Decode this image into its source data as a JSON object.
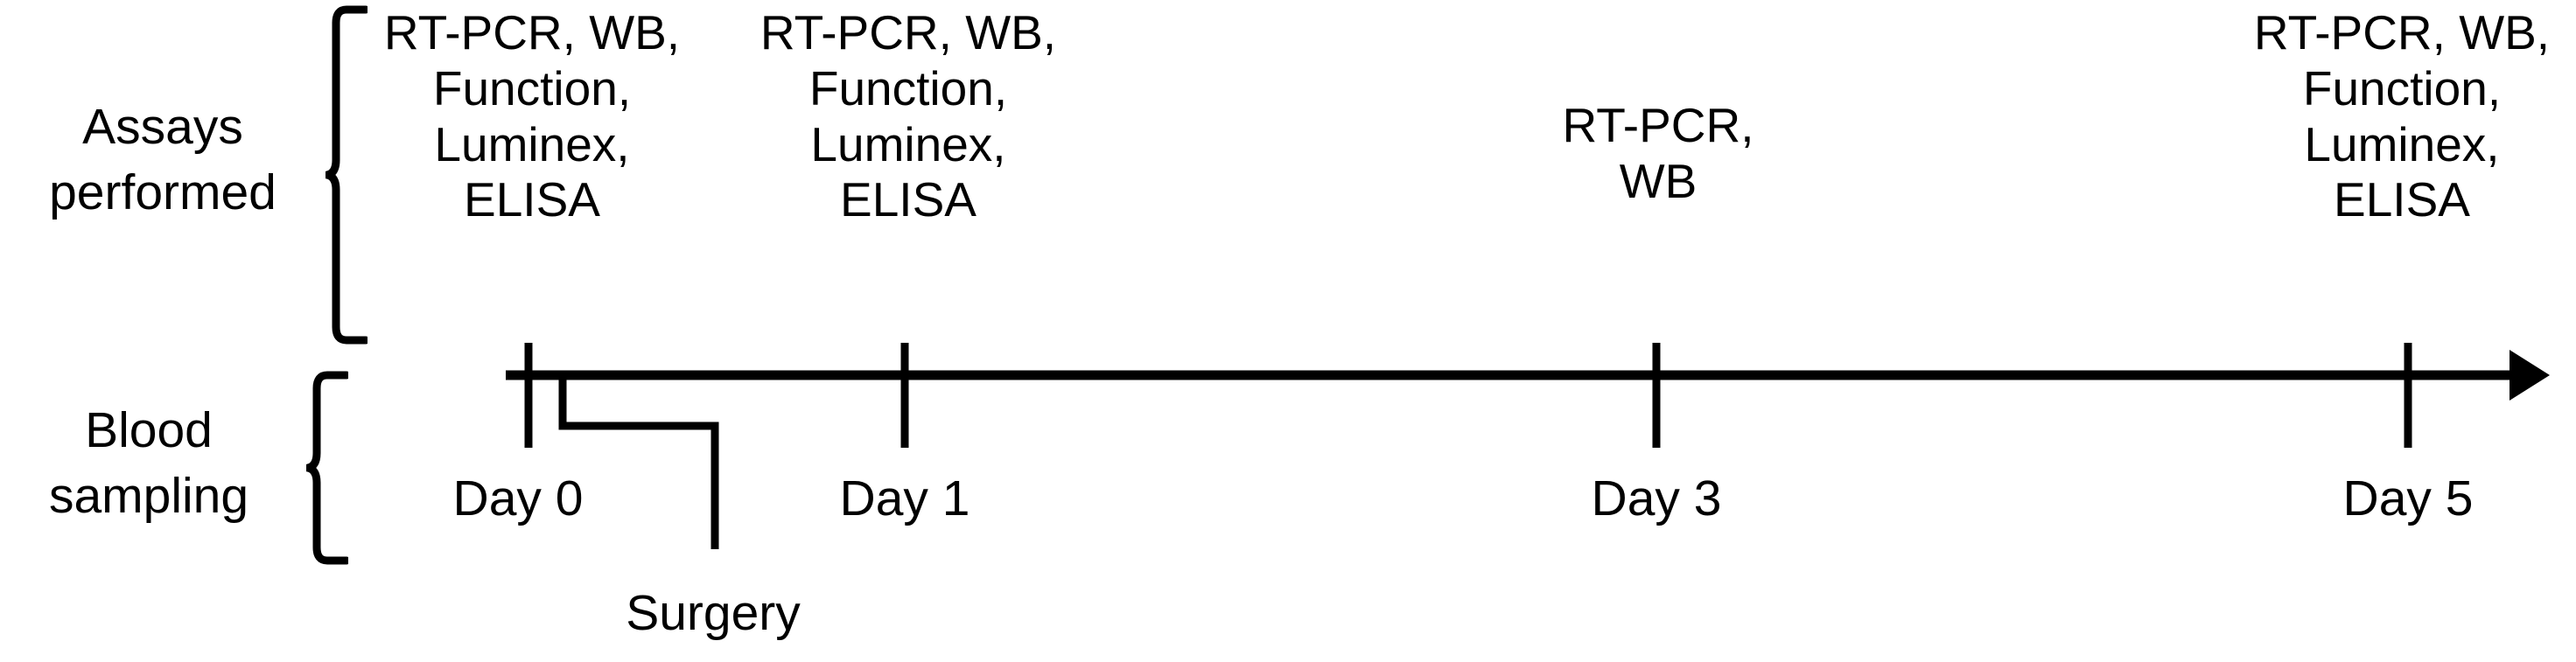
{
  "figure": {
    "type": "timeline-diagram",
    "background_color": "#ffffff",
    "line_color": "#000000"
  },
  "rows": {
    "assays": {
      "label": "Assays\nperformed",
      "brace_name": "assays-brace"
    },
    "blood": {
      "label": "Blood\nsampling",
      "brace_name": "blood-brace"
    }
  },
  "timepoints": [
    {
      "day_label": "Day 0",
      "assays_text": "RT-PCR, WB,\nFunction,\nLuminex,\nELISA",
      "assays_list": [
        "RT-PCR",
        "WB",
        "Function",
        "Luminex",
        "ELISA"
      ]
    },
    {
      "day_label": "Day 1",
      "assays_text": "RT-PCR, WB,\nFunction,\nLuminex,\nELISA",
      "assays_list": [
        "RT-PCR",
        "WB",
        "Function",
        "Luminex",
        "ELISA"
      ]
    },
    {
      "day_label": "Day 3",
      "assays_text": "RT-PCR,\nWB",
      "assays_list": [
        "RT-PCR",
        "WB"
      ]
    },
    {
      "day_label": "Day 5",
      "assays_text": "RT-PCR, WB,\nFunction,\nLuminex,\nELISA",
      "assays_list": [
        "RT-PCR",
        "WB",
        "Function",
        "Luminex",
        "ELISA"
      ]
    }
  ],
  "events": {
    "surgery": {
      "label": "Surgery"
    }
  }
}
